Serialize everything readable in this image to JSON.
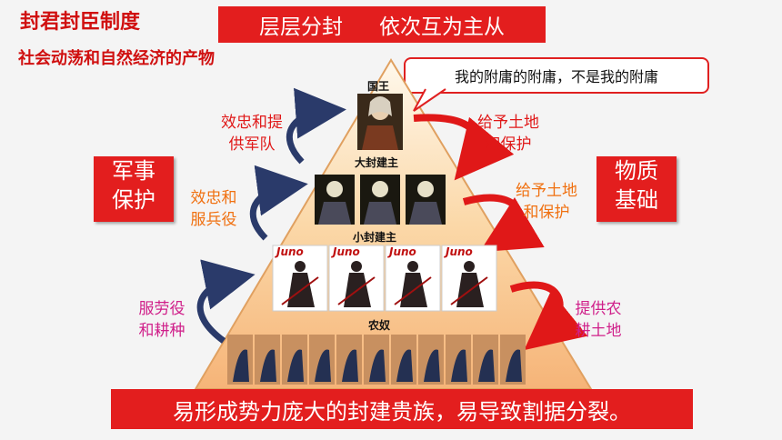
{
  "title": "封君封臣制度",
  "subtitle": "社会动荡和自然经济的产物",
  "banner": {
    "left": "层层分封",
    "right": "依次互为主从"
  },
  "bubble": "我的附庸的附庸，不是我的附庸",
  "side_boxes": {
    "left": [
      "军事",
      "保护"
    ],
    "right": [
      "物质",
      "基础"
    ]
  },
  "tiers": {
    "king": "国王",
    "great_lord": "大封建主",
    "lesser_lord": "小封建主",
    "serf": "农奴"
  },
  "arrows_left": [
    {
      "lines": [
        "效忠和提",
        "供军队"
      ]
    },
    {
      "lines": [
        "效忠和",
        "服兵役"
      ]
    },
    {
      "lines": [
        "服劳役",
        "和耕种"
      ]
    }
  ],
  "arrows_right": [
    {
      "lines": [
        "给予土地",
        "和保护"
      ]
    },
    {
      "lines": [
        "给予土地",
        "和保护"
      ]
    },
    {
      "lines": [
        "提供农",
        "耕土地"
      ]
    }
  ],
  "poster_label": "Juno",
  "bottom_banner": "易形成势力庞大的封建贵族，易导致割据分裂。",
  "colors": {
    "red": "#e31e1e",
    "orange": "#f07010",
    "magenta": "#d0208a",
    "navy": "#2a3a6a"
  }
}
